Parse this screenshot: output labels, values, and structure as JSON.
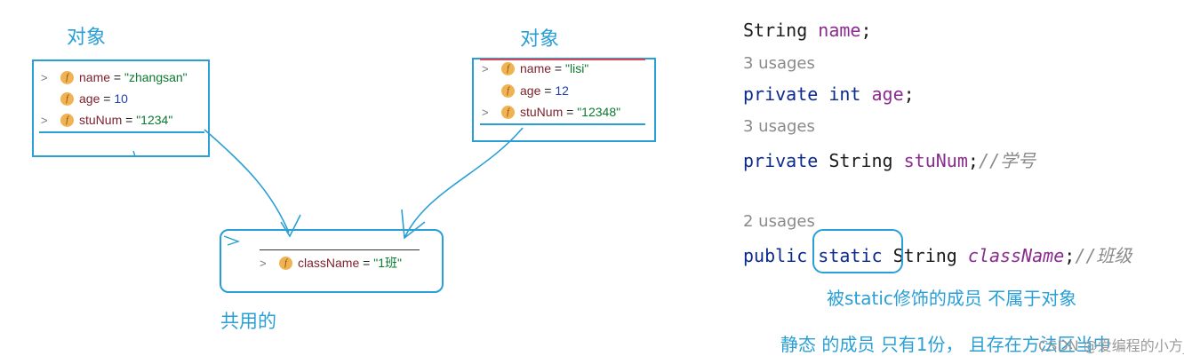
{
  "labels": {
    "left_object": "对象",
    "right_object": "对象",
    "shared": "共用的"
  },
  "left_object_fields": [
    {
      "expand": ">",
      "icon": "f",
      "name": "name",
      "eq": " = ",
      "value": "\"zhangsan\""
    },
    {
      "expand": "",
      "icon": "f",
      "name": "age",
      "eq": " = ",
      "value": "10"
    },
    {
      "expand": ">",
      "icon": "f",
      "name": "stuNum",
      "eq": " = ",
      "value": "\"1234\""
    }
  ],
  "right_object_fields": [
    {
      "expand": ">",
      "icon": "f",
      "name": "name",
      "eq": " = ",
      "value": "\"lisi\""
    },
    {
      "expand": "",
      "icon": "f",
      "name": "age",
      "eq": " = ",
      "value": "12"
    },
    {
      "expand": ">",
      "icon": "f",
      "name": "stuNum",
      "eq": " = ",
      "value": "\"12348\""
    }
  ],
  "shared_field": {
    "expand": ">",
    "icon": "f",
    "name": "className",
    "eq": " = ",
    "value": "\"1班\""
  },
  "code": {
    "line1": {
      "type": "String",
      "name": "name",
      "end": ";"
    },
    "usage1": "3 usages",
    "line2": {
      "mod": "private",
      "type": "int",
      "name": "age",
      "end": ";"
    },
    "usage2": "3 usages",
    "line3": {
      "mod": "private",
      "type": "String",
      "name": "stuNum",
      "end": ";",
      "comment": "//学号"
    },
    "usage3": "2 usages",
    "line4": {
      "mod": "public",
      "static": "static",
      "type": "String",
      "name": "className",
      "end": ";",
      "comment": "//班级"
    }
  },
  "notes": {
    "note1": "被static修饰的成员 不属于对象",
    "note2": "静态 的成员 只有1份， 且存在方法区当中"
  },
  "watermark": "CSDN @爱编程的小方_",
  "colors": {
    "annotation": "#2a9fd6",
    "keyword": "#0b2a8c",
    "field": "#8a2b8f",
    "string": "#0a7a2e",
    "field_icon": "#f0b354"
  }
}
